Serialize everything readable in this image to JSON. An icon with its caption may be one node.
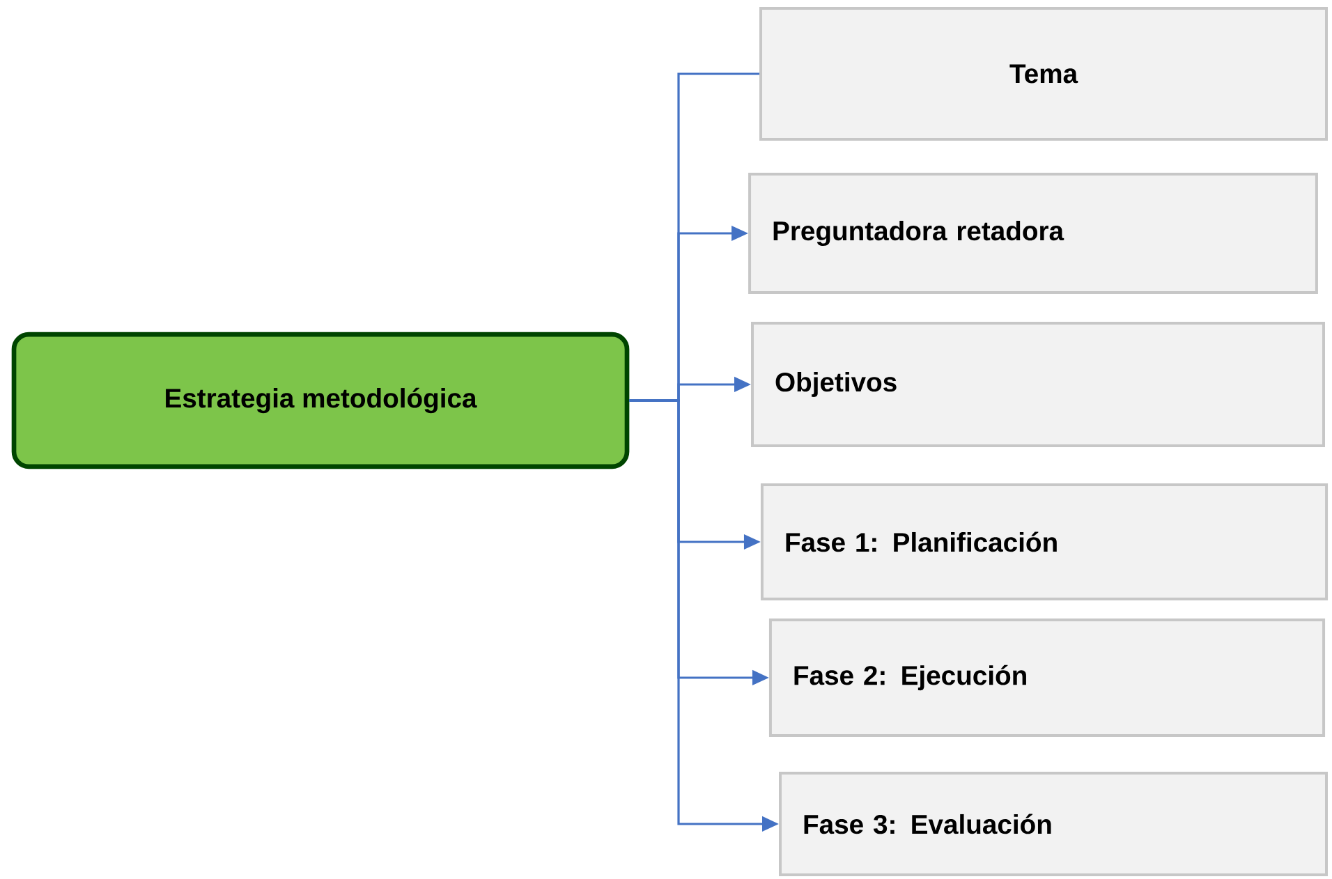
{
  "diagram": {
    "nodes": [
      {
        "text": [
          "Estrategia metodológica"
        ]
      },
      {
        "text": [
          "Tema"
        ]
      },
      {
        "text": [
          "Preguntadora retadora"
        ]
      },
      {
        "text": [
          "Objetivos"
        ]
      },
      {
        "text": [
          "Fase 1: Planificación"
        ]
      },
      {
        "text": [
          "Fase 2: Ejecución"
        ]
      },
      {
        "text": [
          "Fase 3: Evaluación"
        ]
      }
    ],
    "edges": [
      {
        "from": 0,
        "to": 1,
        "arrow": "none"
      },
      {
        "from": 0,
        "to": 2,
        "arrow": "to"
      },
      {
        "from": 0,
        "to": 3,
        "arrow": "to"
      },
      {
        "from": 0,
        "to": 4,
        "arrow": "to"
      },
      {
        "from": 0,
        "to": 5,
        "arrow": "to"
      },
      {
        "from": 0,
        "to": 6,
        "arrow": "to"
      }
    ]
  }
}
